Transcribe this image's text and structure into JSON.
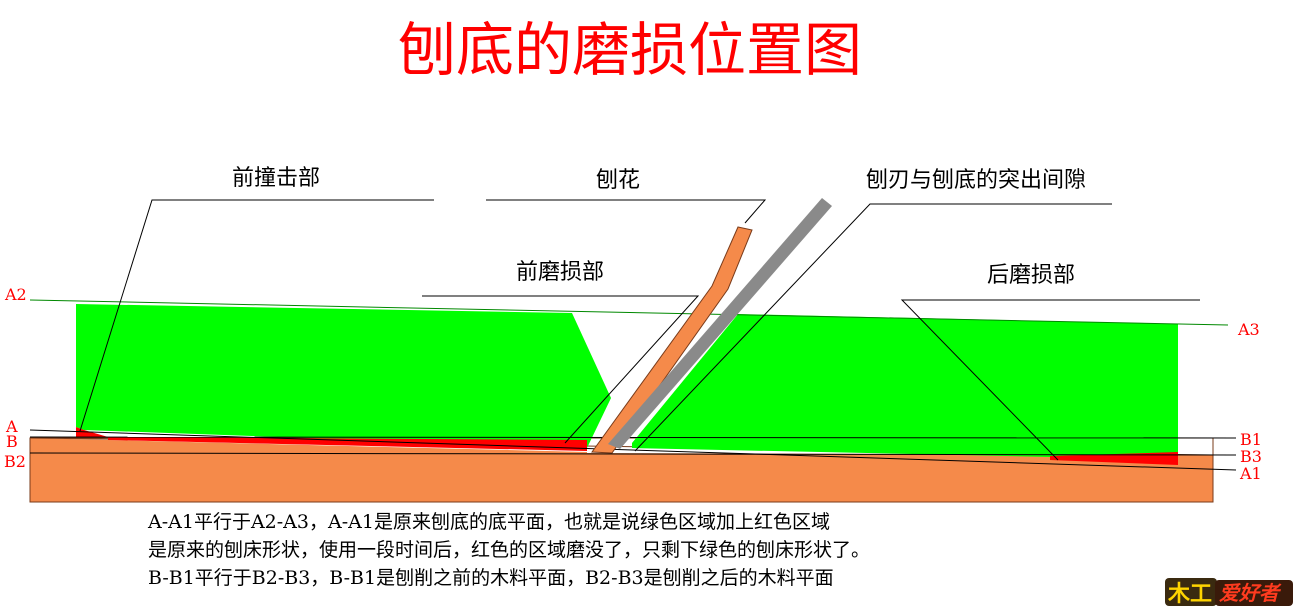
{
  "title": "刨底的磨损位置图",
  "labels": {
    "front_impact": "前撞击部",
    "shavings": "刨花",
    "blade_gap": "刨刃与刨底的突出间隙",
    "front_wear": "前磨损部",
    "rear_wear": "后磨损部"
  },
  "points": {
    "A2": "A2",
    "A3": "A3",
    "A": "A",
    "B": "B",
    "B2": "B2",
    "B1": "B1",
    "B3": "B3",
    "A1": "A1"
  },
  "notes": [
    "A-A1平行于A2-A3，A-A1是原来刨底的底平面，也就是说绿色区域加上红色区域",
    "是原来的刨床形状，使用一段时间后，红色的区域磨没了，只剩下绿色的刨床形状了。",
    "B-B1平行于B2-B3，B-B1是刨削之前的木料平面，B2-B3是刨削之后的木料平面"
  ],
  "logo": {
    "part1": "木工",
    "part2": "爱好者"
  },
  "colors": {
    "plane_body": "#00ff00",
    "wear": "#ff0000",
    "wood": "#f58a4a",
    "blade": "#8a8a8a",
    "title": "#ff0000"
  }
}
